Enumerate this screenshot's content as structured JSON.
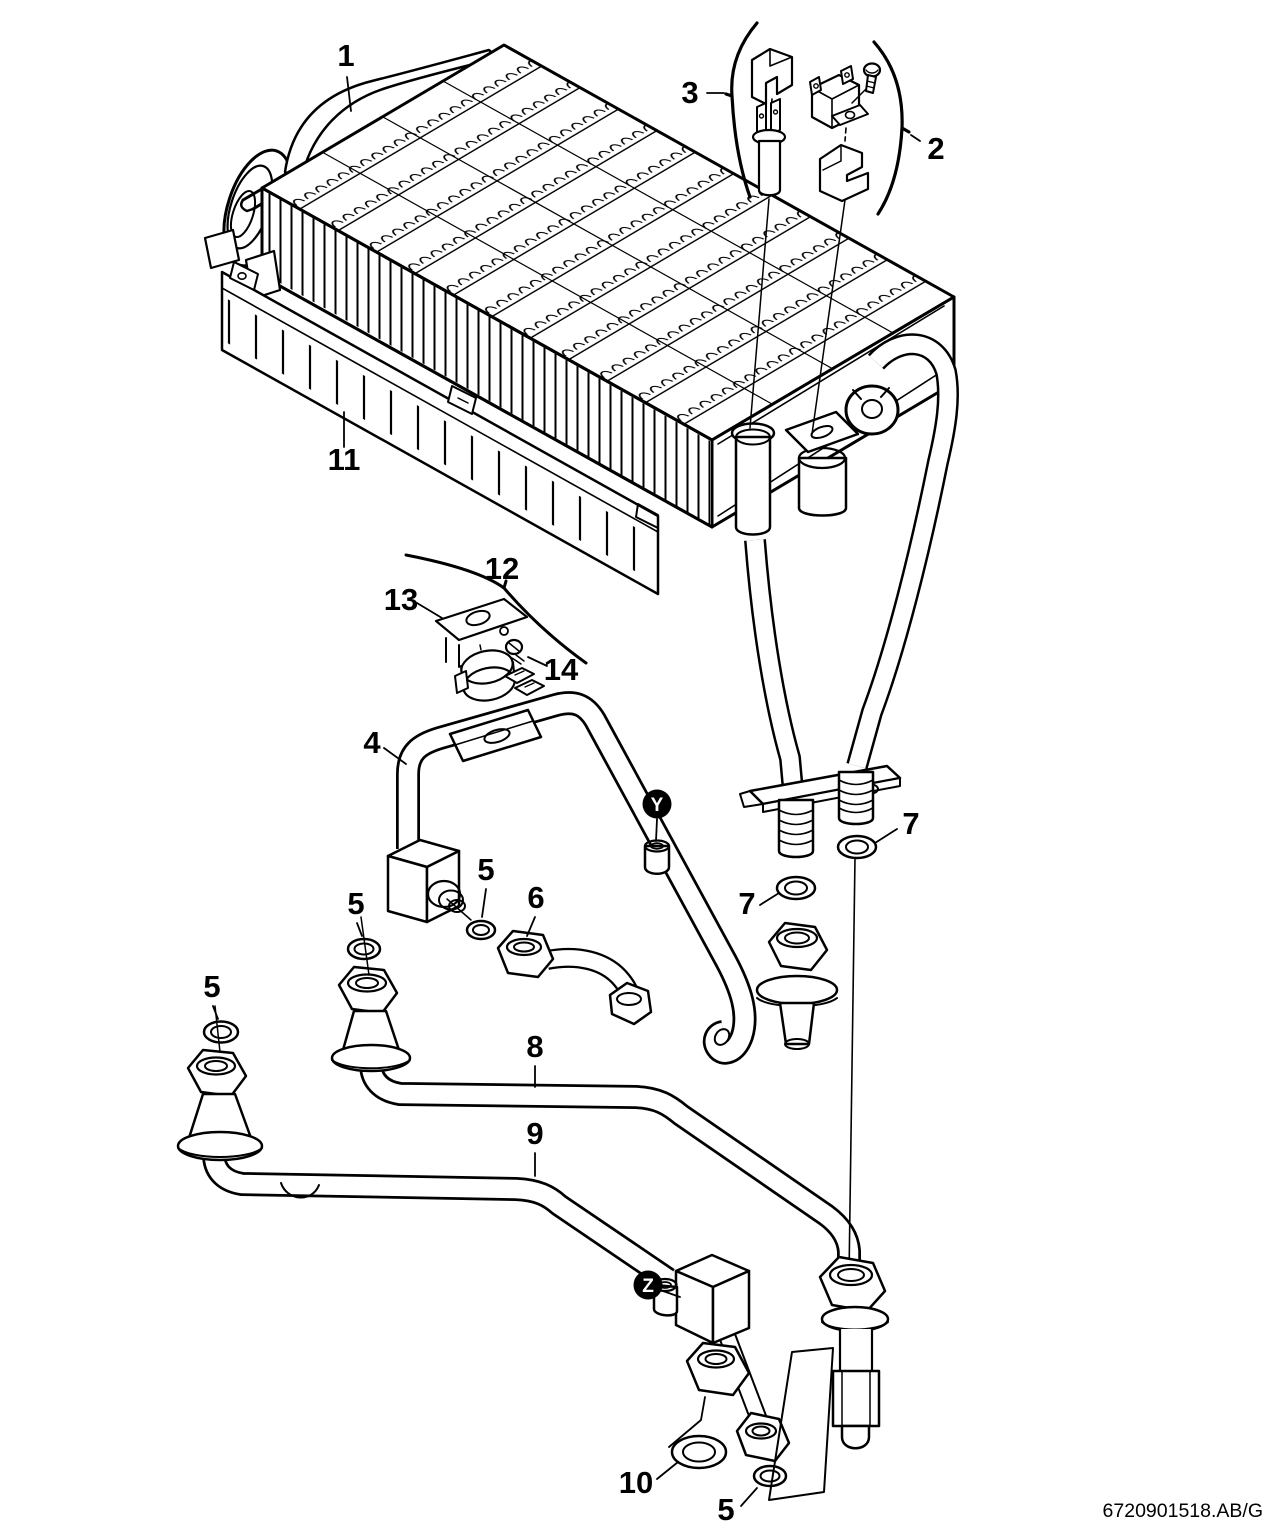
{
  "colors": {
    "ink": "#000000",
    "paper": "#ffffff"
  },
  "document": {
    "code": "6720901518.AB/G"
  },
  "markers": {
    "y": "Y",
    "z": "Z"
  },
  "callouts": {
    "heat_exchanger": "1",
    "clip_group": "2",
    "sensor_group": "3",
    "flow_pipe": "4",
    "washer_a": "5",
    "washer_b": "5",
    "washer_c": "5",
    "washer_d": "5",
    "connection_pipe": "6",
    "gasket_left": "7",
    "gasket_right": "7",
    "pipe_top": "8",
    "pipe_bottom": "9",
    "washer_large": "10",
    "bracket_panel": "11",
    "clip_assembly": "12",
    "clip_plate": "13",
    "screw": "14"
  }
}
